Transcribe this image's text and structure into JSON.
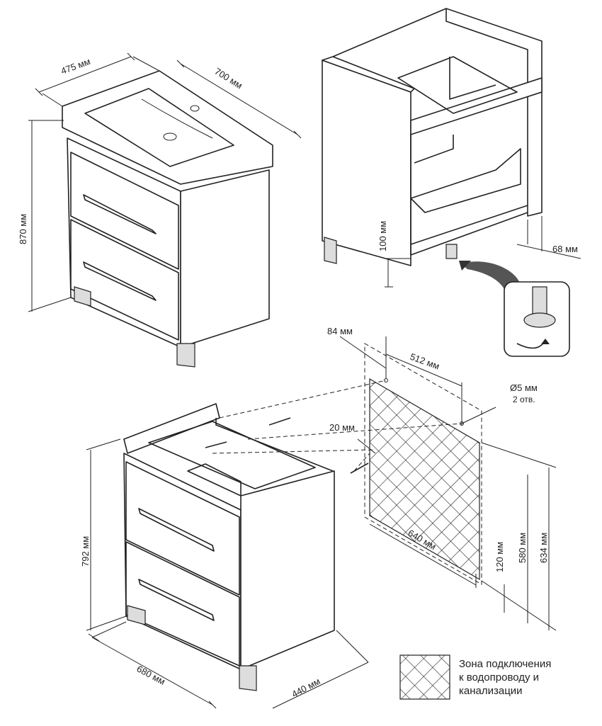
{
  "dimensions": {
    "sink_depth": "475 мм",
    "sink_width": "700 мм",
    "total_height": "870 мм",
    "leg_height": "100 мм",
    "leg_adjust": "68 мм",
    "hole_offset": "84 мм",
    "hole_spacing": "512 мм",
    "hole_diameter": "Ø5 мм",
    "hole_count": "2 отв.",
    "hole_top": "20 мм",
    "zone_width": "640 мм",
    "zone_bottom": "120 мм",
    "zone_height": "580 мм",
    "hole_height": "634 мм",
    "cabinet_height": "792 мм",
    "cabinet_width": "680 мм",
    "cabinet_depth": "440 мм"
  },
  "legend": {
    "line1": "Зона подключения",
    "line2": "к водопроводу и",
    "line3": "канализации"
  }
}
